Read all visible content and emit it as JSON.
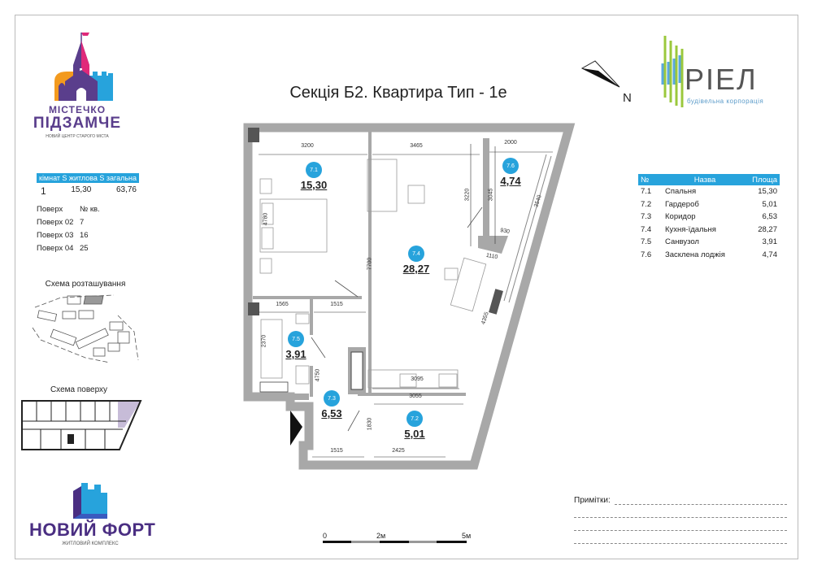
{
  "title": "Секція Б2. Квартира Тип - 1е",
  "brand_left": {
    "line1": "МІСТЕЧКО",
    "line2": "ПІДЗАМЧЕ",
    "tagline": "НОВИЙ ЦЕНТР СТАРОГО МІСТА"
  },
  "summary": {
    "headers": [
      "кімнат",
      "S житлова",
      "S загальна"
    ],
    "values": [
      "1",
      "15,30",
      "63,76"
    ]
  },
  "floors": {
    "headers": [
      "Поверх",
      "№ кв."
    ],
    "rows": [
      [
        "Поверх 02",
        "7"
      ],
      [
        "Поверх 03",
        "16"
      ],
      [
        "Поверх 04",
        "25"
      ]
    ]
  },
  "location_scheme": {
    "label": "Схема розташування"
  },
  "floor_scheme": {
    "label": "Схема поверху"
  },
  "brand_bottom": {
    "name": "НОВИЙ ФОРТ",
    "tagline": "ЖИТЛОВИЙ КОМПЛЕКС"
  },
  "brand_right": {
    "name": "РІЕЛ",
    "tagline": "будівельна корпорація"
  },
  "north_label": "N",
  "rooms_table": {
    "headers": [
      "№",
      "Назва",
      "Площа"
    ],
    "rows": [
      [
        "7.1",
        "Спальня",
        "15,30"
      ],
      [
        "7.2",
        "Гардероб",
        "5,01"
      ],
      [
        "7.3",
        "Коридор",
        "6,53"
      ],
      [
        "7.4",
        "Кухня-їдальня",
        "28,27"
      ],
      [
        "7.5",
        "Санвузол",
        "3,91"
      ],
      [
        "7.6",
        "Засклена лоджія",
        "4,74"
      ]
    ]
  },
  "plan": {
    "rooms": [
      {
        "id": "7.1",
        "area": "15,30"
      },
      {
        "id": "7.6",
        "area": "4,74"
      },
      {
        "id": "7.4",
        "area": "28,27"
      },
      {
        "id": "7.5",
        "area": "3,91"
      },
      {
        "id": "7.3",
        "area": "6,53"
      },
      {
        "id": "7.2",
        "area": "5,01"
      }
    ],
    "dims": [
      "3200",
      "3465",
      "2000",
      "3220",
      "3045",
      "3540",
      "930",
      "1110",
      "4780",
      "7700",
      "1565",
      "1515",
      "2370",
      "4750",
      "3095",
      "4355",
      "3055",
      "1830",
      "1515",
      "2425"
    ]
  },
  "scale": {
    "labels": [
      "0",
      "2м",
      "5м"
    ]
  },
  "notes_label": "Примітки:",
  "colors": {
    "accent": "#27a3dc",
    "brand_purple": "#4a2e82",
    "wall": "#a8a8a8"
  }
}
